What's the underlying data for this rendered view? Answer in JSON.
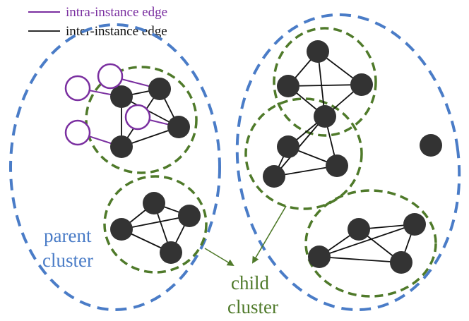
{
  "legend": {
    "intra_label": "intra-instance edge",
    "inter_label": "inter-instance edge",
    "intra_color": "#7a2fa0",
    "inter_color": "#111111"
  },
  "labels": {
    "parent_line1": "parent",
    "parent_line2": "cluster",
    "child_line1": "child",
    "child_line2": "cluster",
    "parent_color": "#4a7cc7",
    "child_color": "#4f7a2a"
  },
  "colors": {
    "node": "#333333",
    "parent_boundary": "#4a7cc7",
    "child_boundary": "#4f7a2a"
  }
}
